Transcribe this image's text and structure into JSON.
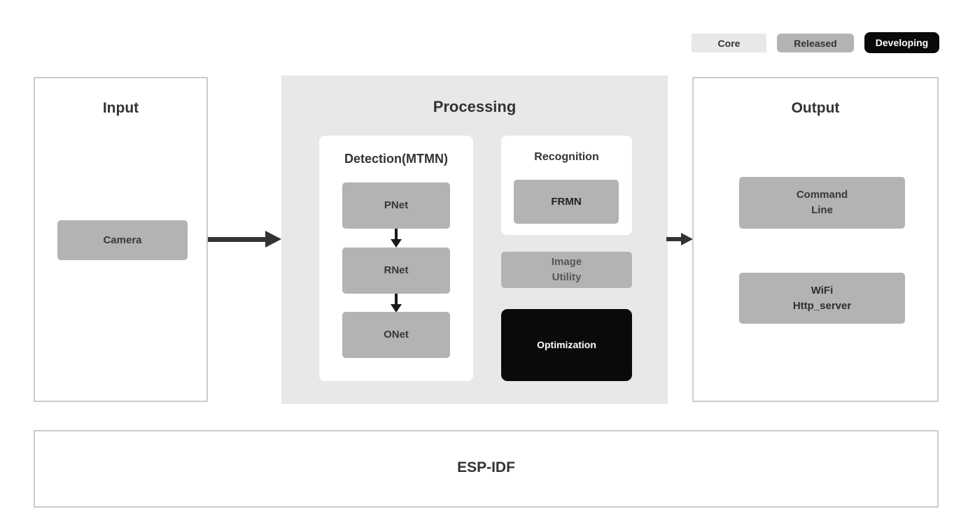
{
  "legend": {
    "core": "Core",
    "released": "Released",
    "developing": "Developing"
  },
  "input": {
    "title": "Input",
    "camera": "Camera"
  },
  "processing": {
    "title": "Processing",
    "detection": {
      "title": "Detection(MTMN)",
      "pnet": "PNet",
      "rnet": "RNet",
      "onet": "ONet"
    },
    "recognition": {
      "title": "Recognition",
      "frmn": "FRMN"
    },
    "image_utility": {
      "line1": "Image",
      "line2": "Utility"
    },
    "optimization": "Optimization"
  },
  "output": {
    "title": "Output",
    "command_line": {
      "line1": "Command",
      "line2": "Line"
    },
    "wifi": {
      "line1": "WiFi",
      "line2": "Http_server"
    }
  },
  "foundation": {
    "title": "ESP-IDF"
  },
  "colors": {
    "panel_bg": "#e8e8e8",
    "node_gray": "#b3b3b3",
    "developing_black": "#0a0a0a",
    "border_gray": "#cccccc",
    "text_dark": "#333333",
    "arrow": "#333333"
  }
}
